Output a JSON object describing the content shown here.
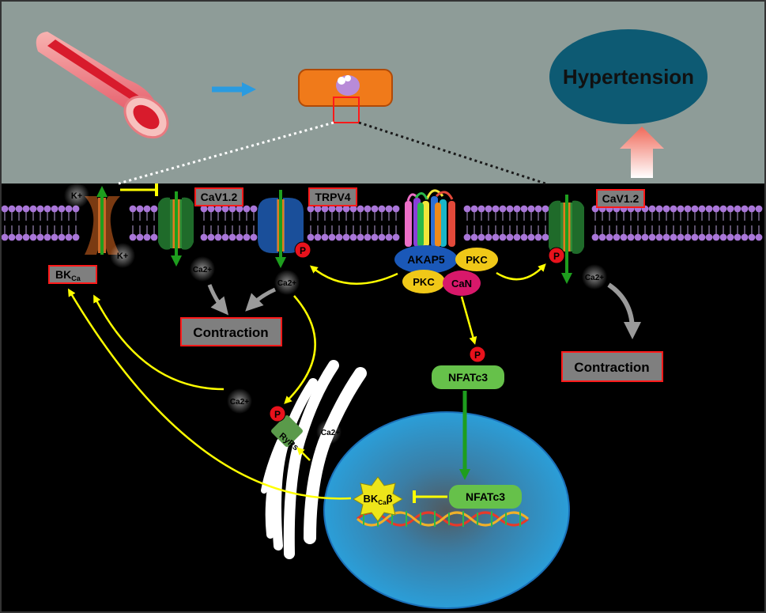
{
  "top": {
    "outcome": "Hypertension"
  },
  "membrane": {
    "k_top": "K+",
    "k_bottom": "K+",
    "bkca_main": "BK",
    "bkca_sub": "Ca",
    "cav_left": "CaV1.2",
    "trpv4": "TRPV4",
    "cav_right": "CaV1.2"
  },
  "ions": {
    "ca_1": "Ca2+",
    "ca_2": "Ca2+",
    "ca_3": "Ca2+",
    "ca_4": "Ca2+",
    "ca_5": "Ca2+"
  },
  "complex": {
    "akap5": "AKAP5",
    "pkc_right": "PKC",
    "pkc_left": "PKC",
    "can": "CaN"
  },
  "phospho": "P",
  "outputs": {
    "contraction_left": "Contraction",
    "contraction_right": "Contraction"
  },
  "nfat": {
    "cytosol": "NFATc3",
    "nucleus": "NFATc3"
  },
  "sr": {
    "ryrs": "RyRs"
  },
  "gene": {
    "bkcab_main": "BK",
    "bkcab_sub": "Ca",
    "bkcab_beta": "β"
  },
  "colors": {
    "top_bg": "#8e9c98",
    "outcome_fill": "#0d5a73",
    "label_fill": "#7f7f7f",
    "label_border": "#ff1a1a",
    "signal_arrow": "#ffff00",
    "flux_arrow": "#1e9e1e",
    "phospho_fill": "#e8121c"
  }
}
